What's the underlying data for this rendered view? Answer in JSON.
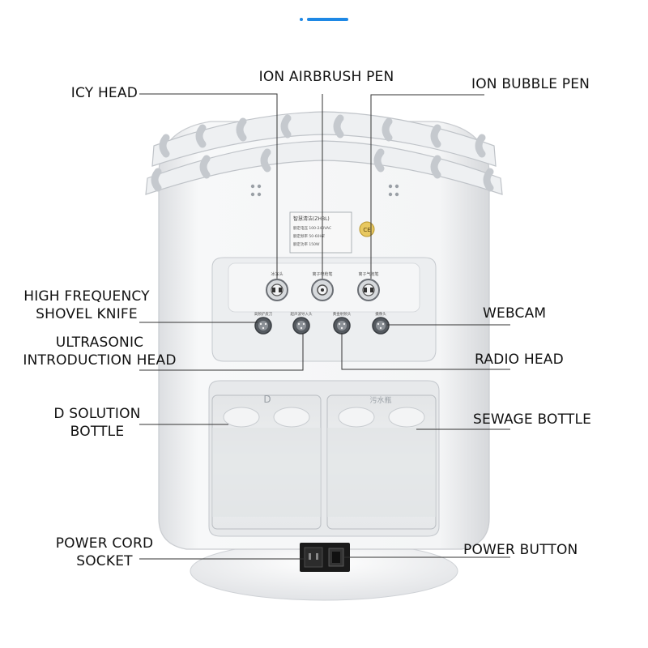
{
  "colors": {
    "accent": "#1e88e5",
    "leader": "#333333",
    "machine_body": "#f4f5f6",
    "machine_shade": "#d8dadd",
    "panel": "#e9eaec",
    "port_ring": "#6b6f75",
    "socket": "#1a1a1a"
  },
  "labels": {
    "icy_head": "ICY HEAD",
    "ion_airbrush_pen": "ION AIRBRUSH PEN",
    "ion_bubble_pen": "ION BUBBLE PEN",
    "high_frequency_1": "HIGH FREQUENCY",
    "high_frequency_2": "SHOVEL KNIFE",
    "webcam": "WEBCAM",
    "ultrasonic_1": "ULTRASONIC",
    "ultrasonic_2": "INTRODUCTION HEAD",
    "radio_head": "RADIO HEAD",
    "d_solution_1": "D SOLUTION",
    "d_solution_2": "BOTTLE",
    "sewage_bottle": "SEWAGE BOTTLE",
    "power_cord_1": "POWER CORD",
    "power_cord_2": "SOCKET",
    "power_button": "POWER BUTTON"
  },
  "device_text": {
    "nameplate_title": "智慧清洁(ZHBL)",
    "nameplate_row1": "额定电压  100-240VAC",
    "nameplate_row2": "额定频率  50-60HZ",
    "nameplate_row3": "额定功率  150W",
    "ce_mark": "CE",
    "port_top_left": "冰冻头",
    "port_top_mid": "离子喷枪笔",
    "port_top_right": "离子气泡笔",
    "port_bot_1": "高频铲皮刀",
    "port_bot_2": "超声波导入头",
    "port_bot_3": "黄金射频头",
    "port_bot_4": "摄像头",
    "bottle_left_mark": "D",
    "bottle_right_mark": "污水瓶"
  }
}
